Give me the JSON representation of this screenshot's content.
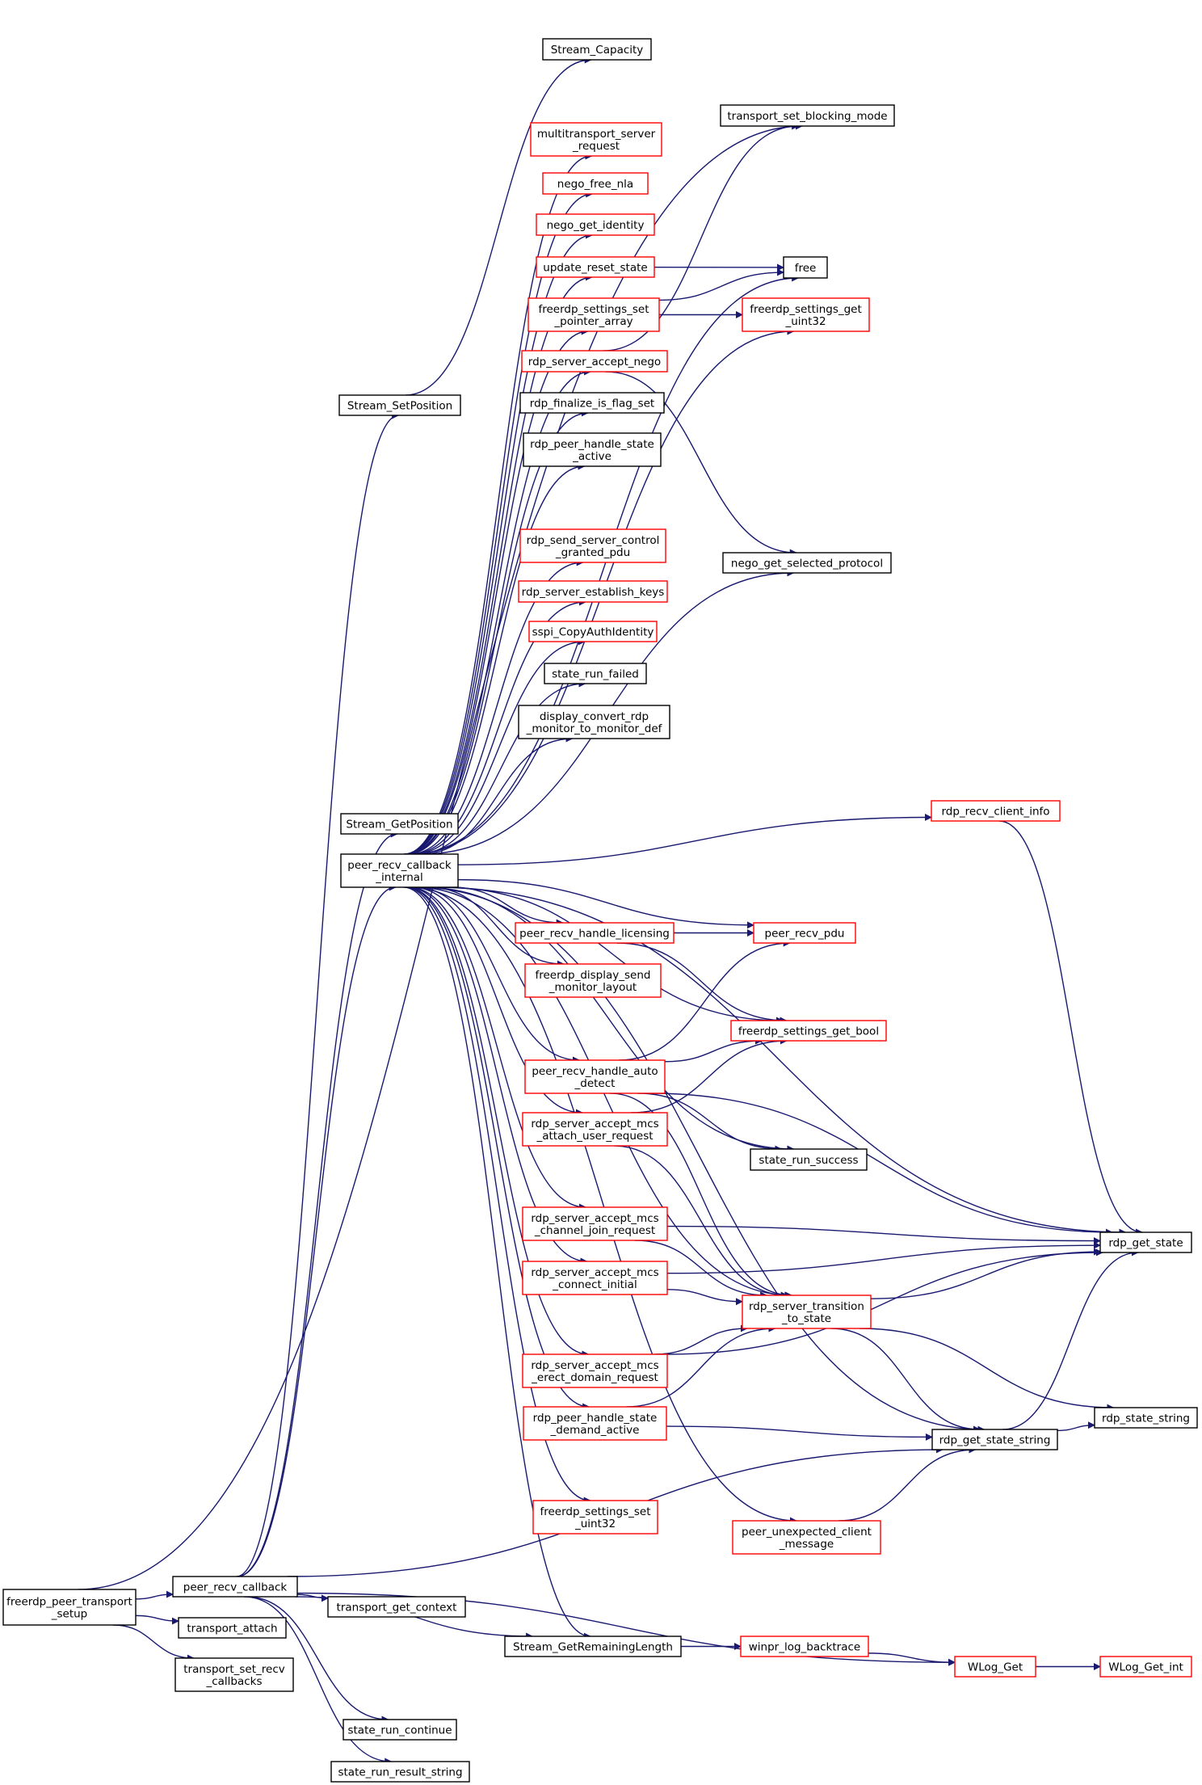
{
  "colors": {
    "edge": "#191970",
    "border_normal": "#000000",
    "border_truncated": "#ff0000",
    "root_fill": "#bfbfbf",
    "node_fill": "#ffffff"
  },
  "nodes": [
    {
      "id": "n_root",
      "label": [
        "freerdp_peer_transport",
        "_setup"
      ],
      "style": "root"
    },
    {
      "id": "n_peer_recv_callback",
      "label": [
        "peer_recv_callback"
      ],
      "style": "normal"
    },
    {
      "id": "n_transport_attach",
      "label": [
        "transport_attach"
      ],
      "style": "normal"
    },
    {
      "id": "n_transport_set_recv",
      "label": [
        "transport_set_recv",
        "_callbacks"
      ],
      "style": "normal"
    },
    {
      "id": "n_stream_capacity",
      "label": [
        "Stream_Capacity"
      ],
      "style": "normal"
    },
    {
      "id": "n_transport_set_blocking",
      "label": [
        "transport_set_blocking_mode"
      ],
      "style": "normal"
    },
    {
      "id": "n_free",
      "label": [
        "free"
      ],
      "style": "normal"
    },
    {
      "id": "n_multitransport",
      "label": [
        "multitransport_server",
        "_request"
      ],
      "style": "truncated"
    },
    {
      "id": "n_nego_free_nla",
      "label": [
        "nego_free_nla"
      ],
      "style": "truncated"
    },
    {
      "id": "n_nego_get_identity",
      "label": [
        "nego_get_identity"
      ],
      "style": "truncated"
    },
    {
      "id": "n_update_reset_state",
      "label": [
        "update_reset_state"
      ],
      "style": "truncated"
    },
    {
      "id": "n_settings_set_pointer",
      "label": [
        "freerdp_settings_set",
        "_pointer_array"
      ],
      "style": "truncated"
    },
    {
      "id": "n_settings_get_uint32",
      "label": [
        "freerdp_settings_get",
        "_uint32"
      ],
      "style": "truncated"
    },
    {
      "id": "n_stream_setposition",
      "label": [
        "Stream_SetPosition"
      ],
      "style": "normal"
    },
    {
      "id": "n_rdp_server_accept_nego",
      "label": [
        "rdp_server_accept_nego"
      ],
      "style": "truncated"
    },
    {
      "id": "n_rdp_finalize_flag",
      "label": [
        "rdp_finalize_is_flag_set"
      ],
      "style": "normal"
    },
    {
      "id": "n_rdp_peer_state_active",
      "label": [
        "rdp_peer_handle_state",
        "_active"
      ],
      "style": "normal"
    },
    {
      "id": "n_rdp_send_control",
      "label": [
        "rdp_send_server_control",
        "_granted_pdu"
      ],
      "style": "truncated"
    },
    {
      "id": "n_nego_get_selected",
      "label": [
        "nego_get_selected_protocol"
      ],
      "style": "normal"
    },
    {
      "id": "n_rdp_establish_keys",
      "label": [
        "rdp_server_establish_keys"
      ],
      "style": "truncated"
    },
    {
      "id": "n_sspi_copy",
      "label": [
        "sspi_CopyAuthIdentity"
      ],
      "style": "truncated"
    },
    {
      "id": "n_state_run_failed",
      "label": [
        "state_run_failed"
      ],
      "style": "normal"
    },
    {
      "id": "n_display_convert",
      "label": [
        "display_convert_rdp",
        "_monitor_to_monitor_def"
      ],
      "style": "normal"
    },
    {
      "id": "n_rdp_recv_client_info",
      "label": [
        "rdp_recv_client_info"
      ],
      "style": "truncated"
    },
    {
      "id": "n_stream_getposition",
      "label": [
        "Stream_GetPosition"
      ],
      "style": "normal"
    },
    {
      "id": "n_peer_recv_internal",
      "label": [
        "peer_recv_callback",
        "_internal"
      ],
      "style": "normal"
    },
    {
      "id": "n_peer_recv_licensing",
      "label": [
        "peer_recv_handle_licensing"
      ],
      "style": "truncated"
    },
    {
      "id": "n_peer_recv_pdu",
      "label": [
        "peer_recv_pdu"
      ],
      "style": "truncated"
    },
    {
      "id": "n_display_send_layout",
      "label": [
        "freerdp_display_send",
        "_monitor_layout"
      ],
      "style": "truncated"
    },
    {
      "id": "n_settings_get_bool",
      "label": [
        "freerdp_settings_get_bool"
      ],
      "style": "truncated"
    },
    {
      "id": "n_peer_recv_auto_detect",
      "label": [
        "peer_recv_handle_auto",
        "_detect"
      ],
      "style": "truncated"
    },
    {
      "id": "n_accept_attach_user",
      "label": [
        "rdp_server_accept_mcs",
        "_attach_user_request"
      ],
      "style": "truncated"
    },
    {
      "id": "n_state_run_success",
      "label": [
        "state_run_success"
      ],
      "style": "normal"
    },
    {
      "id": "n_accept_channel_join",
      "label": [
        "rdp_server_accept_mcs",
        "_channel_join_request"
      ],
      "style": "truncated"
    },
    {
      "id": "n_rdp_get_state",
      "label": [
        "rdp_get_state"
      ],
      "style": "normal"
    },
    {
      "id": "n_accept_connect_initial",
      "label": [
        "rdp_server_accept_mcs",
        "_connect_initial"
      ],
      "style": "truncated"
    },
    {
      "id": "n_rdp_server_transition",
      "label": [
        "rdp_server_transition",
        "_to_state"
      ],
      "style": "truncated"
    },
    {
      "id": "n_accept_erect_domain",
      "label": [
        "rdp_server_accept_mcs",
        "_erect_domain_request"
      ],
      "style": "truncated"
    },
    {
      "id": "n_rdp_state_string",
      "label": [
        "rdp_state_string"
      ],
      "style": "normal"
    },
    {
      "id": "n_peer_state_demand",
      "label": [
        "rdp_peer_handle_state",
        "_demand_active"
      ],
      "style": "truncated"
    },
    {
      "id": "n_rdp_get_state_string",
      "label": [
        "rdp_get_state_string"
      ],
      "style": "normal"
    },
    {
      "id": "n_settings_set_uint32",
      "label": [
        "freerdp_settings_set",
        "_uint32"
      ],
      "style": "truncated"
    },
    {
      "id": "n_peer_unexpected",
      "label": [
        "peer_unexpected_client",
        "_message"
      ],
      "style": "truncated"
    },
    {
      "id": "n_transport_get_context",
      "label": [
        "transport_get_context"
      ],
      "style": "normal"
    },
    {
      "id": "n_stream_get_remaining",
      "label": [
        "Stream_GetRemainingLength"
      ],
      "style": "normal"
    },
    {
      "id": "n_winpr_log_backtrace",
      "label": [
        "winpr_log_backtrace"
      ],
      "style": "truncated"
    },
    {
      "id": "n_wlog_get",
      "label": [
        "WLog_Get"
      ],
      "style": "truncated"
    },
    {
      "id": "n_wlog_get_int",
      "label": [
        "WLog_Get_int"
      ],
      "style": "truncated"
    },
    {
      "id": "n_state_run_continue",
      "label": [
        "state_run_continue"
      ],
      "style": "normal"
    },
    {
      "id": "n_state_run_result_string",
      "label": [
        "state_run_result_string"
      ],
      "style": "normal"
    }
  ],
  "edges": [
    [
      "n_root",
      "n_peer_recv_callback"
    ],
    [
      "n_root",
      "n_transport_attach"
    ],
    [
      "n_root",
      "n_transport_set_recv"
    ],
    [
      "n_root",
      "n_transport_set_blocking"
    ],
    [
      "n_peer_recv_callback",
      "n_stream_setposition"
    ],
    [
      "n_peer_recv_callback",
      "n_stream_getposition"
    ],
    [
      "n_peer_recv_callback",
      "n_peer_recv_internal"
    ],
    [
      "n_peer_recv_callback",
      "n_transport_get_context"
    ],
    [
      "n_peer_recv_callback",
      "n_stream_get_remaining"
    ],
    [
      "n_peer_recv_callback",
      "n_state_run_continue"
    ],
    [
      "n_peer_recv_callback",
      "n_state_run_result_string"
    ],
    [
      "n_peer_recv_callback",
      "n_wlog_get"
    ],
    [
      "n_peer_recv_callback",
      "n_rdp_get_state_string"
    ],
    [
      "n_stream_setposition",
      "n_stream_capacity"
    ],
    [
      "n_peer_recv_internal",
      "n_free"
    ],
    [
      "n_peer_recv_internal",
      "n_multitransport"
    ],
    [
      "n_peer_recv_internal",
      "n_nego_free_nla"
    ],
    [
      "n_peer_recv_internal",
      "n_nego_get_identity"
    ],
    [
      "n_peer_recv_internal",
      "n_update_reset_state"
    ],
    [
      "n_peer_recv_internal",
      "n_settings_set_pointer"
    ],
    [
      "n_peer_recv_internal",
      "n_rdp_server_accept_nego"
    ],
    [
      "n_peer_recv_internal",
      "n_rdp_finalize_flag"
    ],
    [
      "n_peer_recv_internal",
      "n_rdp_peer_state_active"
    ],
    [
      "n_peer_recv_internal",
      "n_settings_get_uint32"
    ],
    [
      "n_peer_recv_internal",
      "n_rdp_send_control"
    ],
    [
      "n_peer_recv_internal",
      "n_rdp_establish_keys"
    ],
    [
      "n_peer_recv_internal",
      "n_sspi_copy"
    ],
    [
      "n_peer_recv_internal",
      "n_state_run_failed"
    ],
    [
      "n_peer_recv_internal",
      "n_display_convert"
    ],
    [
      "n_peer_recv_internal",
      "n_nego_get_selected"
    ],
    [
      "n_peer_recv_internal",
      "n_rdp_recv_client_info"
    ],
    [
      "n_peer_recv_internal",
      "n_rdp_get_state"
    ],
    [
      "n_peer_recv_internal",
      "n_peer_recv_licensing"
    ],
    [
      "n_peer_recv_internal",
      "n_peer_recv_pdu"
    ],
    [
      "n_peer_recv_internal",
      "n_display_send_layout"
    ],
    [
      "n_peer_recv_internal",
      "n_settings_get_bool"
    ],
    [
      "n_peer_recv_internal",
      "n_peer_recv_auto_detect"
    ],
    [
      "n_peer_recv_internal",
      "n_accept_attach_user"
    ],
    [
      "n_peer_recv_internal",
      "n_state_run_success"
    ],
    [
      "n_peer_recv_internal",
      "n_accept_channel_join"
    ],
    [
      "n_peer_recv_internal",
      "n_accept_connect_initial"
    ],
    [
      "n_peer_recv_internal",
      "n_rdp_server_transition"
    ],
    [
      "n_peer_recv_internal",
      "n_accept_erect_domain"
    ],
    [
      "n_peer_recv_internal",
      "n_peer_state_demand"
    ],
    [
      "n_peer_recv_internal",
      "n_rdp_get_state_string"
    ],
    [
      "n_peer_recv_internal",
      "n_settings_set_uint32"
    ],
    [
      "n_peer_recv_internal",
      "n_peer_unexpected"
    ],
    [
      "n_peer_recv_internal",
      "n_stream_get_remaining"
    ],
    [
      "n_update_reset_state",
      "n_free"
    ],
    [
      "n_settings_set_pointer",
      "n_free"
    ],
    [
      "n_settings_set_pointer",
      "n_settings_get_uint32"
    ],
    [
      "n_rdp_server_accept_nego",
      "n_transport_set_blocking"
    ],
    [
      "n_rdp_server_accept_nego",
      "n_nego_get_selected"
    ],
    [
      "n_rdp_recv_client_info",
      "n_rdp_get_state"
    ],
    [
      "n_peer_recv_licensing",
      "n_peer_recv_pdu"
    ],
    [
      "n_peer_recv_licensing",
      "n_settings_get_bool"
    ],
    [
      "n_peer_recv_auto_detect",
      "n_peer_recv_pdu"
    ],
    [
      "n_peer_recv_auto_detect",
      "n_settings_get_bool"
    ],
    [
      "n_peer_recv_auto_detect",
      "n_state_run_success"
    ],
    [
      "n_peer_recv_auto_detect",
      "n_rdp_get_state"
    ],
    [
      "n_peer_recv_auto_detect",
      "n_rdp_server_transition"
    ],
    [
      "n_accept_attach_user",
      "n_settings_get_bool"
    ],
    [
      "n_accept_attach_user",
      "n_rdp_server_transition"
    ],
    [
      "n_accept_channel_join",
      "n_rdp_get_state"
    ],
    [
      "n_accept_channel_join",
      "n_rdp_server_transition"
    ],
    [
      "n_accept_connect_initial",
      "n_rdp_get_state"
    ],
    [
      "n_accept_connect_initial",
      "n_rdp_server_transition"
    ],
    [
      "n_accept_erect_domain",
      "n_rdp_get_state"
    ],
    [
      "n_accept_erect_domain",
      "n_rdp_server_transition"
    ],
    [
      "n_peer_state_demand",
      "n_rdp_server_transition"
    ],
    [
      "n_peer_state_demand",
      "n_rdp_get_state_string"
    ],
    [
      "n_rdp_server_transition",
      "n_rdp_get_state"
    ],
    [
      "n_rdp_server_transition",
      "n_rdp_state_string"
    ],
    [
      "n_rdp_server_transition",
      "n_rdp_get_state_string"
    ],
    [
      "n_rdp_get_state_string",
      "n_rdp_get_state"
    ],
    [
      "n_rdp_get_state_string",
      "n_rdp_state_string"
    ],
    [
      "n_peer_unexpected",
      "n_rdp_get_state_string"
    ],
    [
      "n_stream_get_remaining",
      "n_winpr_log_backtrace"
    ],
    [
      "n_winpr_log_backtrace",
      "n_wlog_get"
    ],
    [
      "n_wlog_get",
      "n_wlog_get_int"
    ]
  ]
}
